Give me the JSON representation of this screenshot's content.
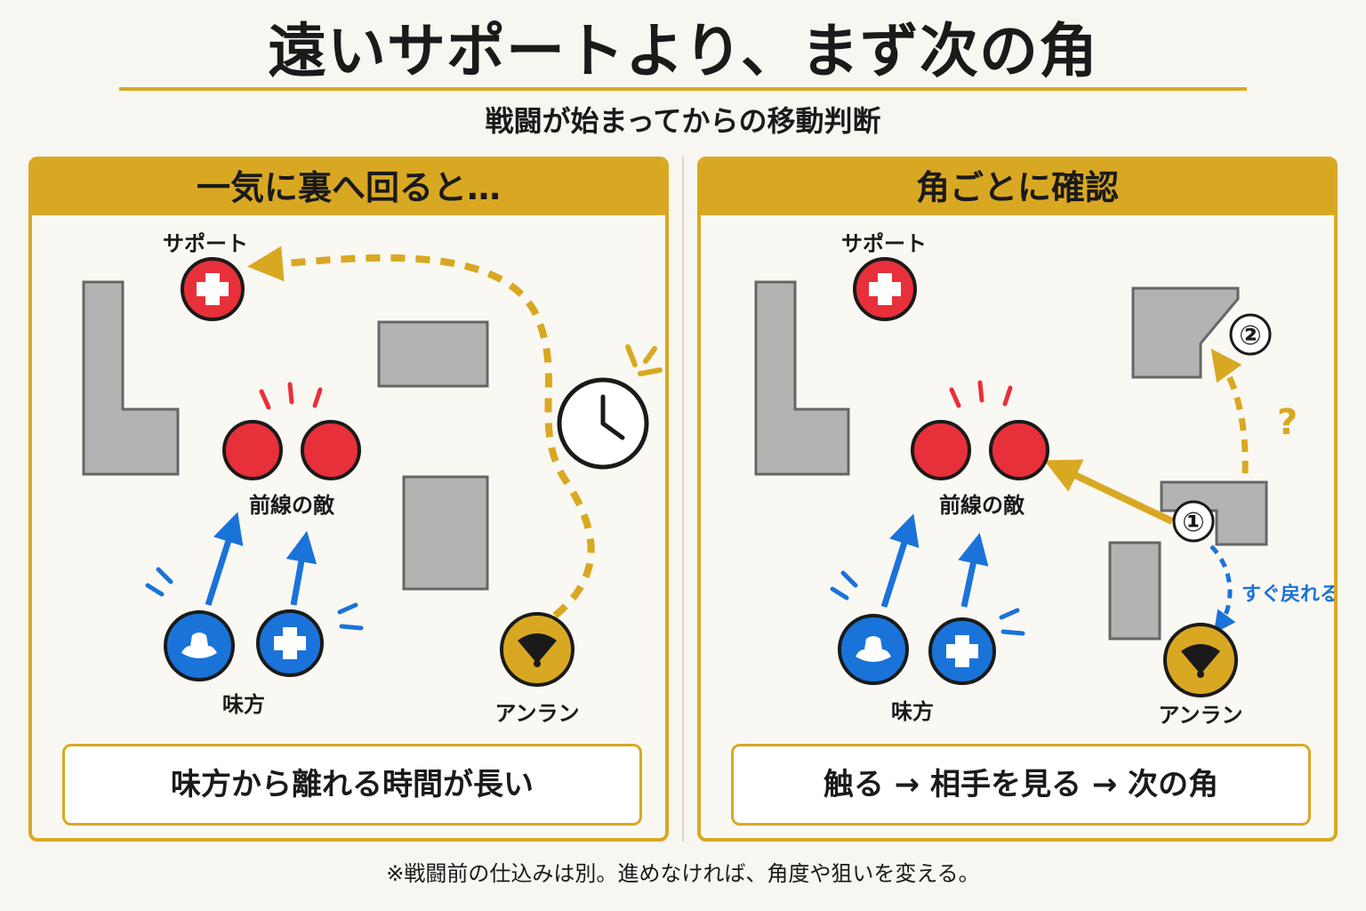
{
  "title": "遠いサポートより、まず次の角",
  "subtitle": "戦闘が始まってからの移動判断",
  "left_panel": {
    "header": "一気に裏へ回ると…",
    "support_label": "サポート",
    "enemy_label": "前線の敵",
    "ally_label": "味方",
    "player_label": "アンラン",
    "caption": "味方から離れる時間が長い"
  },
  "right_panel": {
    "header": "角ごとに確認",
    "support_label": "サポート",
    "enemy_label": "前線の敵",
    "ally_label": "味方",
    "player_label": "アンラン",
    "step1": "①",
    "step2": "②",
    "question": "?",
    "return_label": "すぐ戻れる",
    "caption": "触る → 相手を見る → 次の角"
  },
  "footnote": "※戦闘前の仕込みは別。進めなければ、角度や狙いを変える。",
  "colors": {
    "gold": "#d9a823",
    "enemy_red": "#e8303a",
    "ally_blue": "#1a73d9",
    "obstacle_gray": "#b3b3b3"
  }
}
